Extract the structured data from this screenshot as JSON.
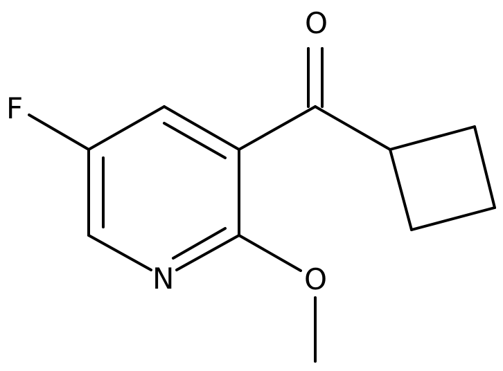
{
  "molecule": {
    "atoms": {
      "fluorine": "F",
      "nitrogen": "N",
      "carbonyl_oxygen": "O",
      "methoxy_oxygen": "O"
    },
    "colors": {
      "bond": "#000000",
      "label": "#000000",
      "background": "#ffffff"
    }
  }
}
